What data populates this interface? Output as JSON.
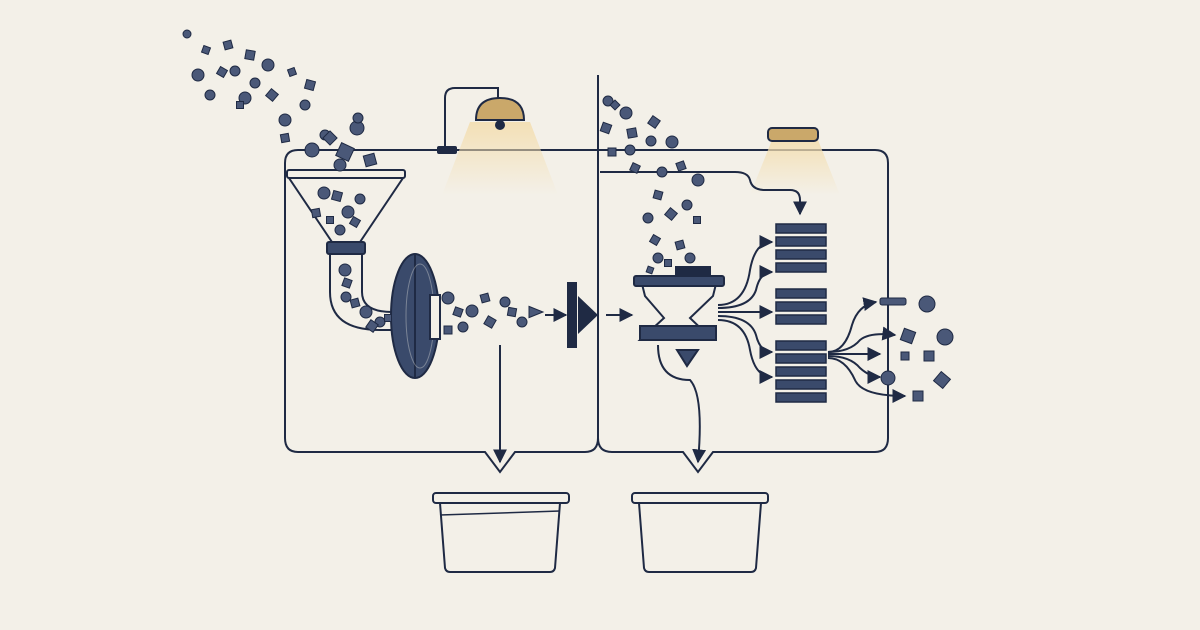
{
  "colors": {
    "background": "#f3f0e8",
    "line": "#1f2a44",
    "fill": "#3a4a6b",
    "particle": "#4a5878",
    "lamp": "#caa86a",
    "glow": "#f3deb0"
  },
  "icons": {
    "input_stream": "particle-stream-icon",
    "hopper": "funnel-hopper-icon",
    "lamp": "ceiling-lamp-icon",
    "grinder": "disc-grinder-icon",
    "valve": "arrow-valve-icon",
    "sorter": "hourglass-sorter-icon",
    "stack": "layered-stack-icon",
    "bin": "collection-bin-icon"
  },
  "stages": [
    {
      "name": "stage-one",
      "components": [
        "hopper",
        "grinder",
        "lamp"
      ]
    },
    {
      "name": "stage-two",
      "components": [
        "sorter",
        "stack",
        "lamp"
      ]
    }
  ],
  "outputs": [
    {
      "name": "bin-left"
    },
    {
      "name": "bin-right"
    }
  ]
}
